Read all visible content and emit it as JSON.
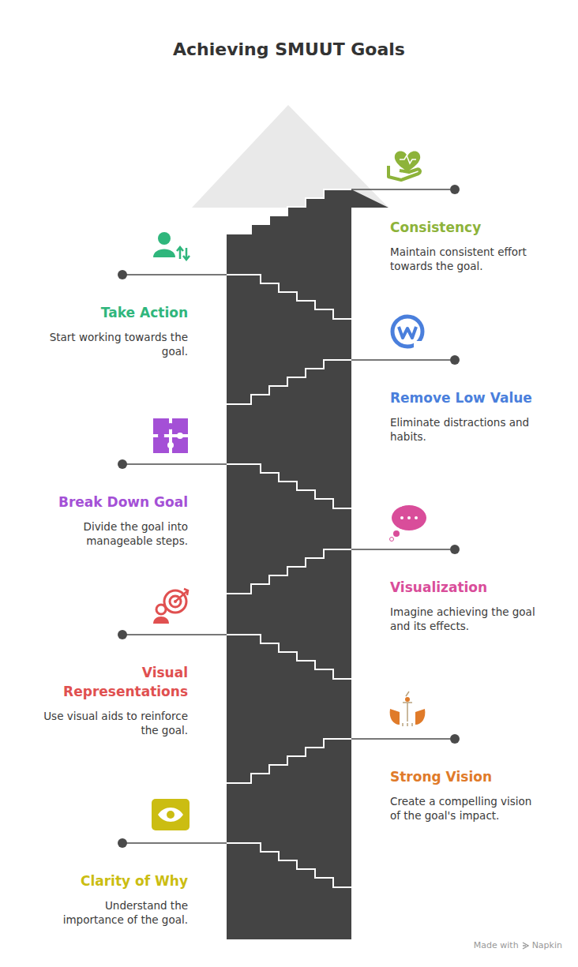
{
  "diagram": {
    "title": "Achieving SMUUT Goals",
    "nodes": [
      {
        "text": [
          "Consistency",
          "Maintain consistent effort towards the goal."
        ]
      },
      {
        "text": [
          "Take Action",
          "Start working towards the goal."
        ]
      },
      {
        "text": [
          "Remove Low Value",
          "Eliminate distractions and habits."
        ]
      },
      {
        "text": [
          "Break Down Goal",
          "Divide the goal into manageable steps."
        ]
      },
      {
        "text": [
          "Visualization",
          "Imagine achieving the goal and its effects."
        ]
      },
      {
        "text": [
          "Visual Representations",
          "Use visual aids to reinforce the goal."
        ]
      },
      {
        "text": [
          "Strong Vision",
          "Create a compelling vision of the goal's impact."
        ]
      },
      {
        "text": [
          "Clarity of Why",
          "Understand the importance of the goal."
        ]
      }
    ],
    "labels": [
      "Made with",
      "Napkin"
    ]
  }
}
